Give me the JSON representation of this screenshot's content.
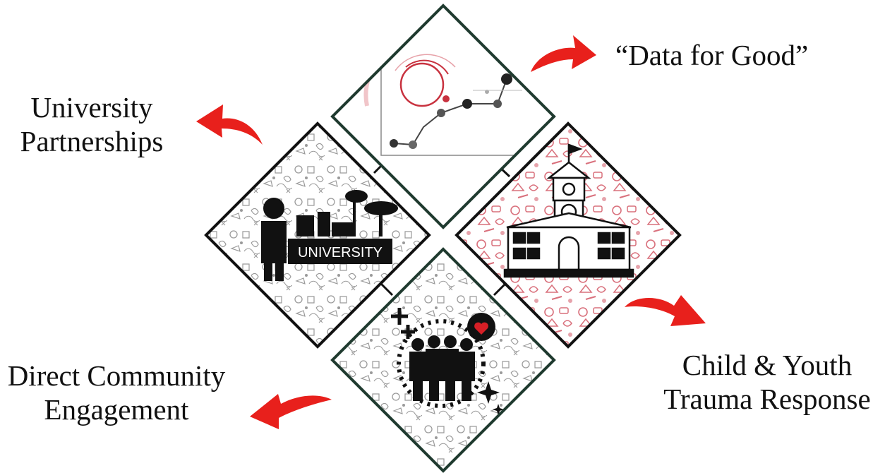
{
  "labels": {
    "data_for_good": "“Data for Good”",
    "university_partnerships": [
      "University",
      "Partnerships"
    ],
    "child_youth_trauma": [
      "Child & Youth",
      "Trauma Response"
    ],
    "direct_community": [
      "Direct Community",
      "Engagement"
    ]
  },
  "panels": {
    "university_sign": "UNIVERSITY"
  },
  "colors": {
    "arrow": "#e8201c",
    "frame_top": "#1f3a2f",
    "frame": "#111111",
    "accent_red": "#c8323f",
    "doodle_pink": "#d9707c",
    "doodle_gray": "#9a9a9a"
  },
  "icons": {
    "top": "data-network-icon",
    "left": "university-person-icon",
    "right": "schoolhouse-icon",
    "bottom": "community-group-icon"
  }
}
